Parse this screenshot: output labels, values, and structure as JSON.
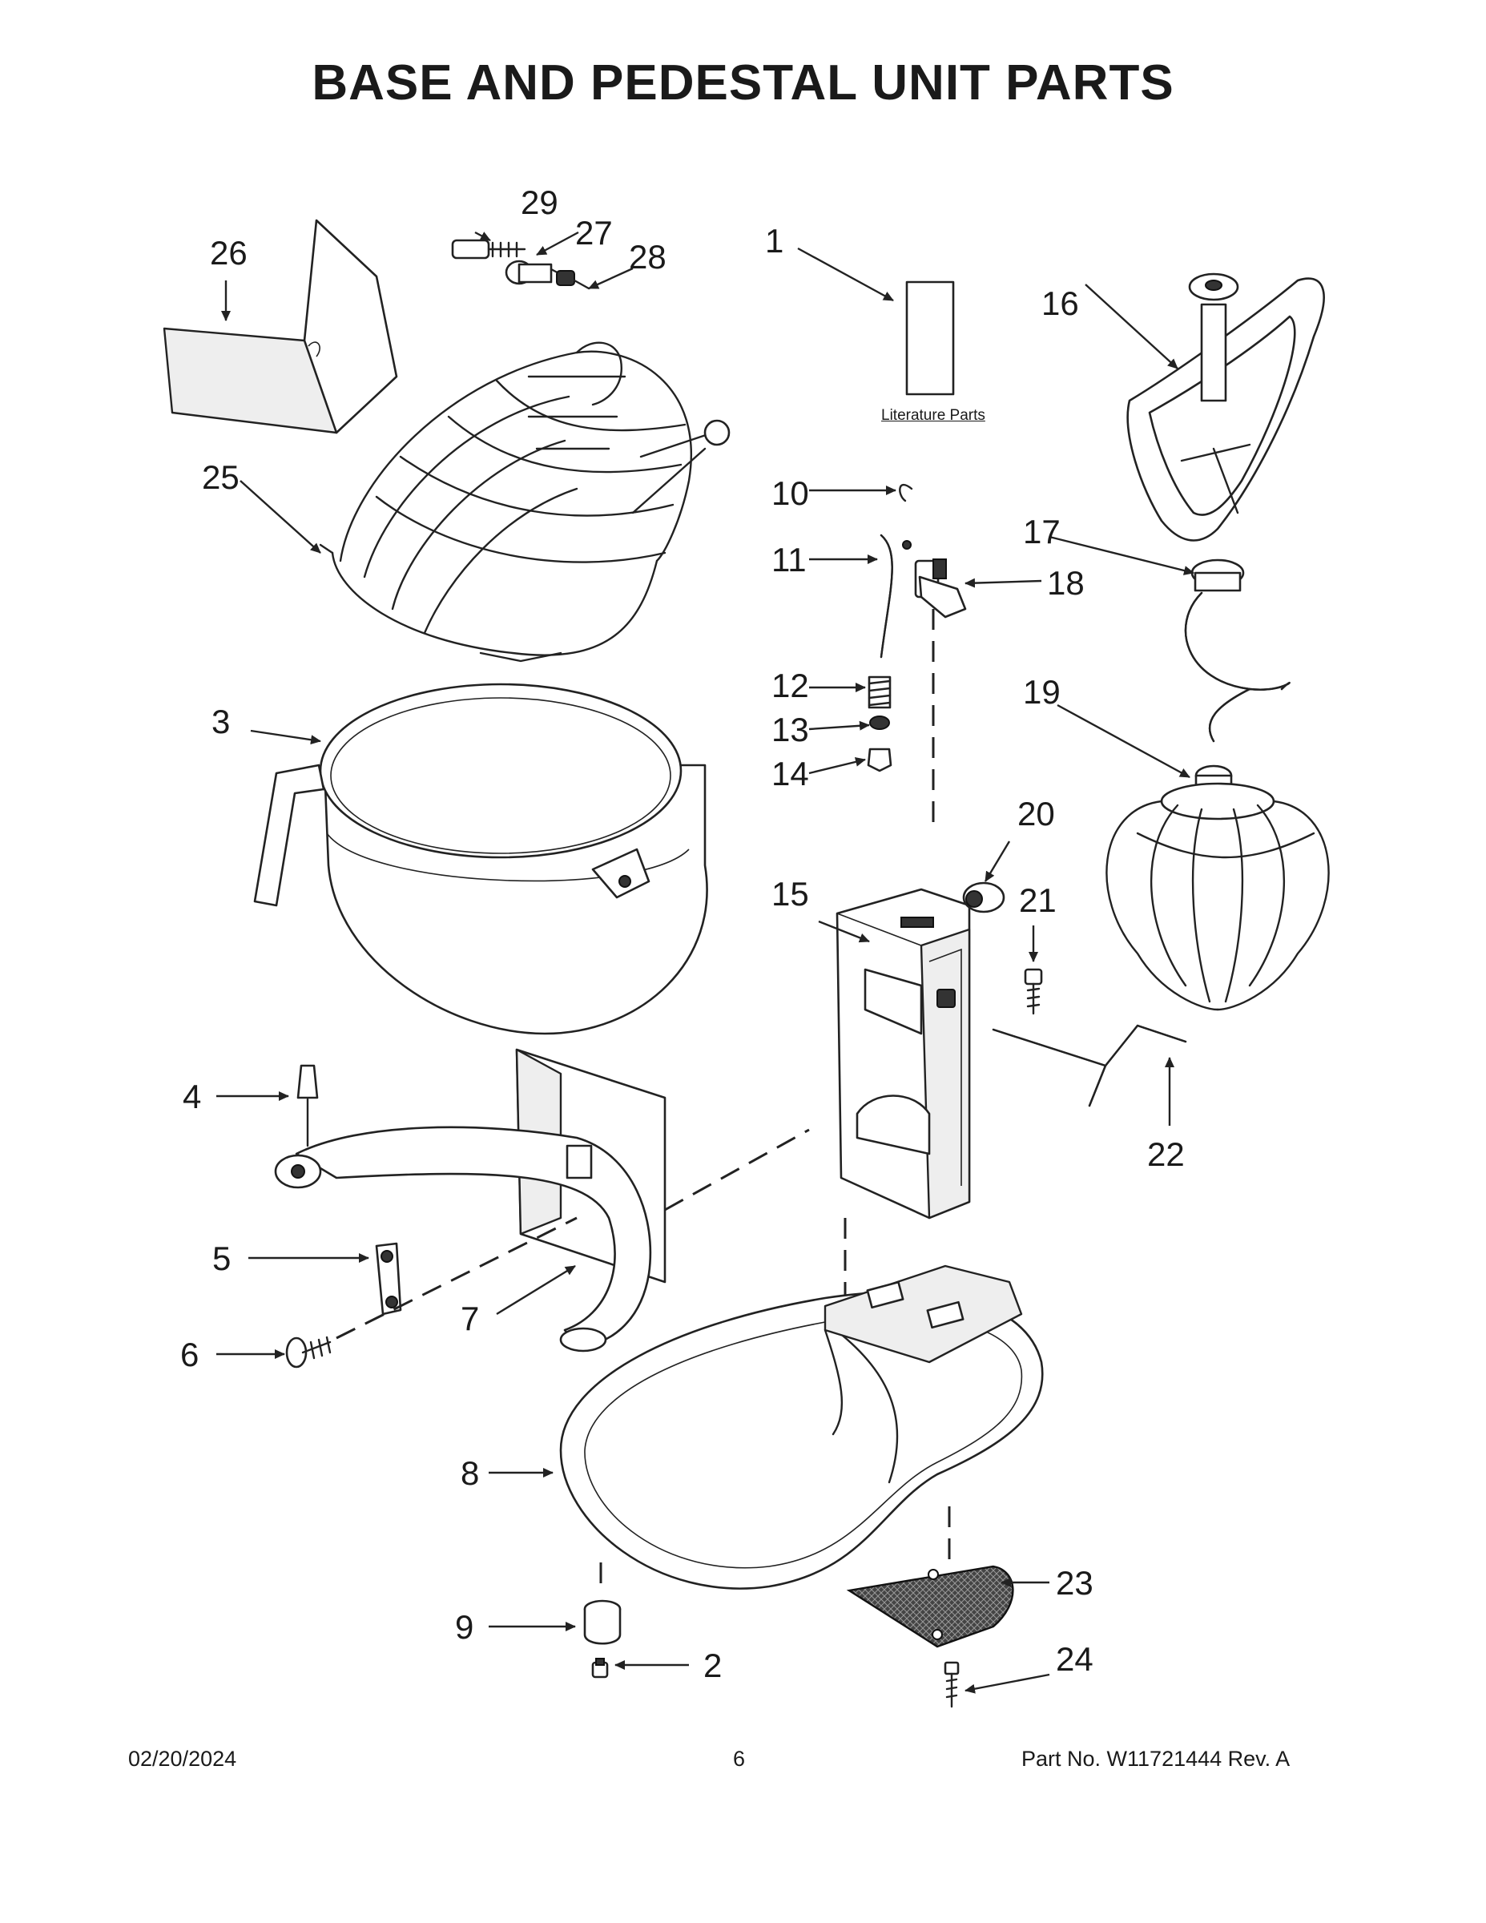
{
  "title": "BASE AND PEDESTAL UNIT PARTS",
  "literature_label": "Literature Parts",
  "callouts": {
    "c1": "1",
    "c2": "2",
    "c3": "3",
    "c4": "4",
    "c5": "5",
    "c6": "6",
    "c7": "7",
    "c8": "8",
    "c9": "9",
    "c10": "10",
    "c11": "11",
    "c12": "12",
    "c13": "13",
    "c14": "14",
    "c15": "15",
    "c16": "16",
    "c17": "17",
    "c18": "18",
    "c19": "19",
    "c20": "20",
    "c21": "21",
    "c22": "22",
    "c23": "23",
    "c24": "24",
    "c25": "25",
    "c26": "26",
    "c27": "27",
    "c28": "28",
    "c29": "29"
  },
  "footer": {
    "date": "02/20/2024",
    "page": "6",
    "part_no": "Part No.  W11721444  Rev.  A"
  }
}
